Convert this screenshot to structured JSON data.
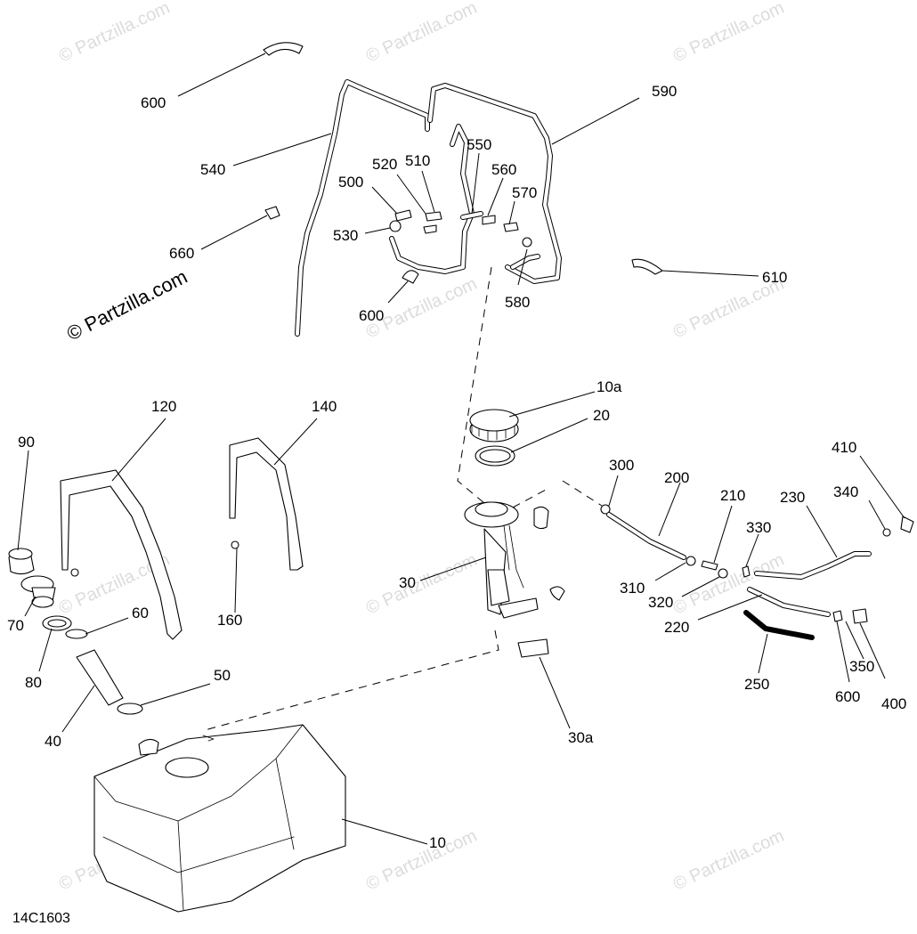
{
  "watermark": "© Partzilla.com",
  "copyright": "© Partzilla.com",
  "diagram_code": "14C1603",
  "callouts": {
    "c600a": "600",
    "c540": "540",
    "c660": "660",
    "c520": "520",
    "c510": "510",
    "c550": "550",
    "c560": "560",
    "c570": "570",
    "c500": "500",
    "c530": "530",
    "c590": "590",
    "c580": "580",
    "c600b": "600",
    "c610": "610",
    "c10a": "10a",
    "c20": "20",
    "c30": "30",
    "c30a": "30a",
    "c120": "120",
    "c140": "140",
    "c160": "160",
    "c90": "90",
    "c70": "70",
    "c80": "80",
    "c60": "60",
    "c50": "50",
    "c40": "40",
    "c10": "10",
    "c300": "300",
    "c200": "200",
    "c210": "210",
    "c310": "310",
    "c320": "320",
    "c330": "330",
    "c230": "230",
    "c340": "340",
    "c410": "410",
    "c220": "220",
    "c250": "250",
    "c600c": "600",
    "c350": "350",
    "c400": "400"
  }
}
